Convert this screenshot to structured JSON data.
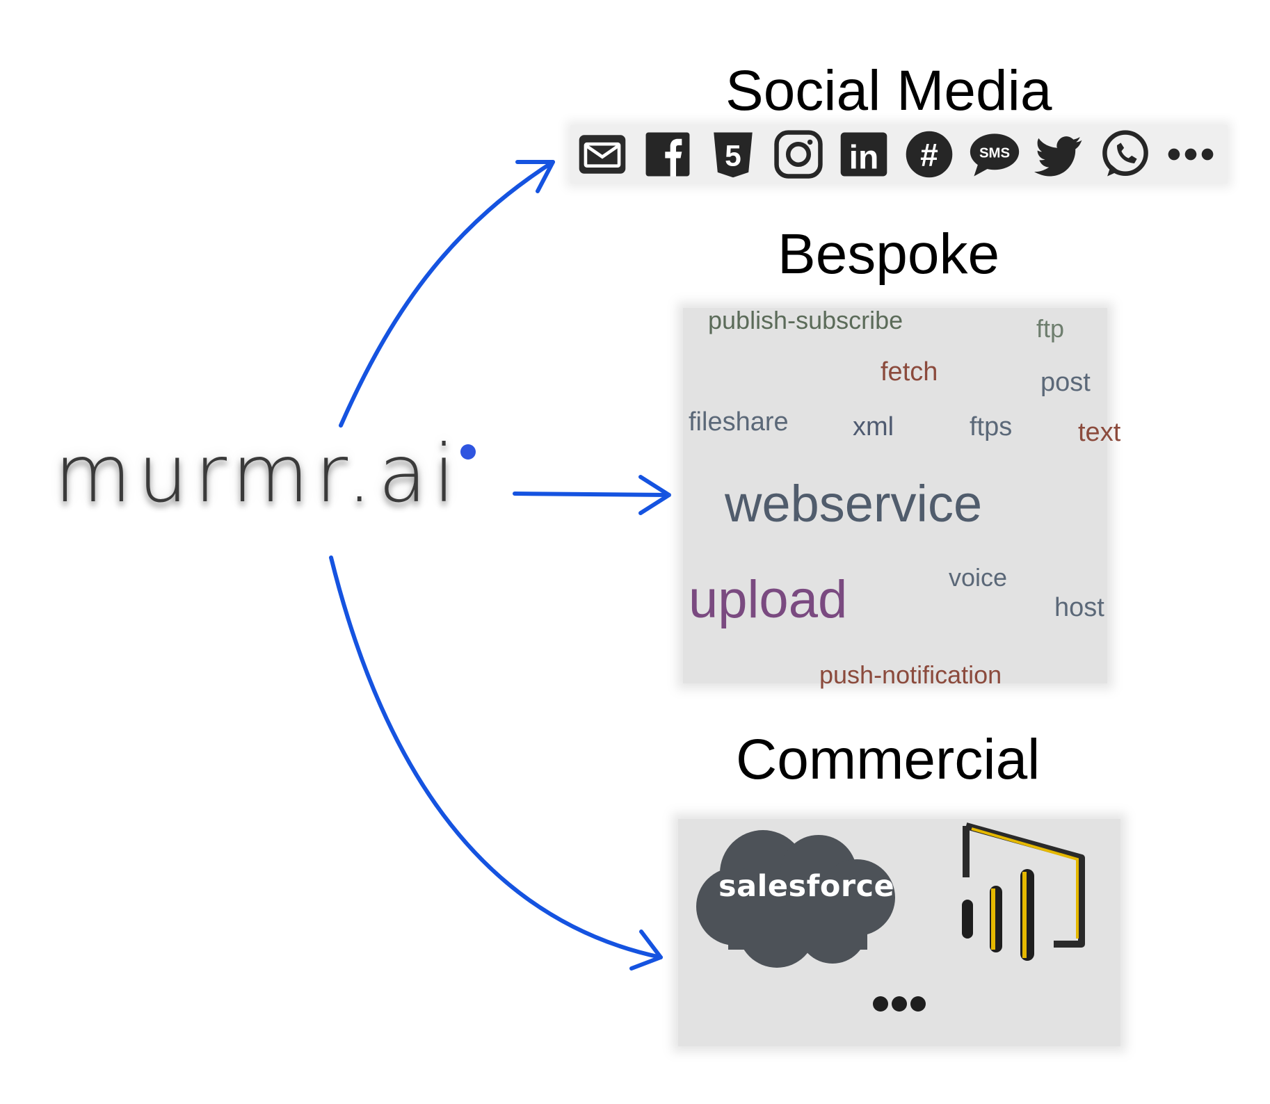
{
  "logo": {
    "text": "murmr.ai",
    "dot_color": "#2f55e0"
  },
  "arrow_color": "#1553e0",
  "sections": {
    "social": {
      "title": "Social Media"
    },
    "bespoke": {
      "title": "Bespoke"
    },
    "commercial": {
      "title": "Commercial"
    }
  },
  "social_icons": [
    {
      "name": "email-icon"
    },
    {
      "name": "facebook-icon"
    },
    {
      "name": "html5-icon",
      "label": "5"
    },
    {
      "name": "instagram-icon"
    },
    {
      "name": "linkedin-icon",
      "label": "in"
    },
    {
      "name": "hashtag-icon",
      "label": "#"
    },
    {
      "name": "sms-icon",
      "label": "SMS"
    },
    {
      "name": "twitter-icon"
    },
    {
      "name": "whatsapp-icon"
    },
    {
      "name": "more-icon"
    }
  ],
  "wordcloud": {
    "words": [
      {
        "text": "publish-subscribe",
        "color": "#5b6b59"
      },
      {
        "text": "ftp",
        "color": "#6e7e6e"
      },
      {
        "text": "fetch",
        "color": "#8b4a3c"
      },
      {
        "text": "post",
        "color": "#5b6878"
      },
      {
        "text": "fileshare",
        "color": "#5b6878"
      },
      {
        "text": "xml",
        "color": "#4e5a70"
      },
      {
        "text": "ftps",
        "color": "#5b6878"
      },
      {
        "text": "text",
        "color": "#8b4a3c"
      },
      {
        "text": "webservice",
        "color": "#505c6c"
      },
      {
        "text": "upload",
        "color": "#7a4a80"
      },
      {
        "text": "voice",
        "color": "#5b6878"
      },
      {
        "text": "host",
        "color": "#5b6878"
      },
      {
        "text": "push-notification",
        "color": "#8b4a3c"
      }
    ]
  },
  "commercial": {
    "salesforce_label": "salesforce",
    "powerbi_icon": "power-bi-icon",
    "more_icon": "more-icon"
  }
}
